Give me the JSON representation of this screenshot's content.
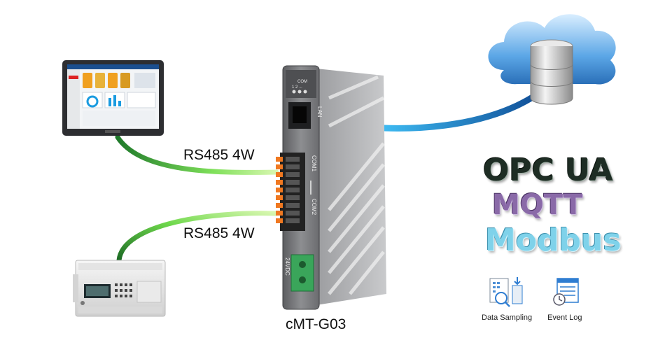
{
  "labels": {
    "link1": "RS485 4W",
    "link2": "RS485 4W",
    "model": "cMT-G03"
  },
  "device": {
    "port_com": "COM",
    "port_numbers": "1 2 ←",
    "lan": "LAN",
    "com1": "COM1",
    "com2": "COM2",
    "power": "24VDC"
  },
  "protocols": [
    "OPC UA",
    "MQTT",
    "Modbus"
  ],
  "features": [
    {
      "label": "Data Sampling",
      "icon": "data-sampling-icon"
    },
    {
      "label": "Event Log",
      "icon": "event-log-icon"
    }
  ],
  "colors": {
    "rs485_cable": "#5cc83a",
    "lan_cable": "#2aa8e8",
    "cloud": "#4f9fe0",
    "opc": "#1e2d24",
    "mqtt": "#8a6aa8",
    "modbus": "#7fd2ea"
  }
}
